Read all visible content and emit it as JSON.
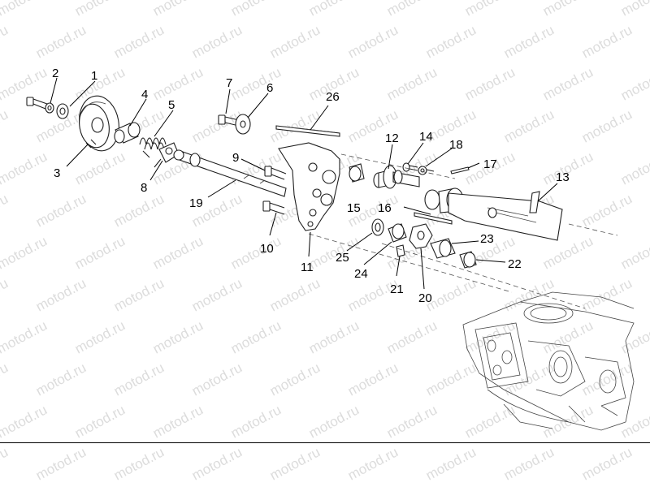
{
  "watermark": {
    "text": "motod.ru"
  },
  "callouts": [
    "1",
    "2",
    "3",
    "4",
    "5",
    "6",
    "7",
    "8",
    "9",
    "10",
    "11",
    "12",
    "13",
    "14",
    "16",
    "15",
    "17",
    "18",
    "19",
    "20",
    "21",
    "22",
    "23",
    "24",
    "25",
    "26"
  ],
  "colors": {
    "line": "#1e1e1e",
    "watermark": "#dcdcdc",
    "background": "#ffffff"
  }
}
